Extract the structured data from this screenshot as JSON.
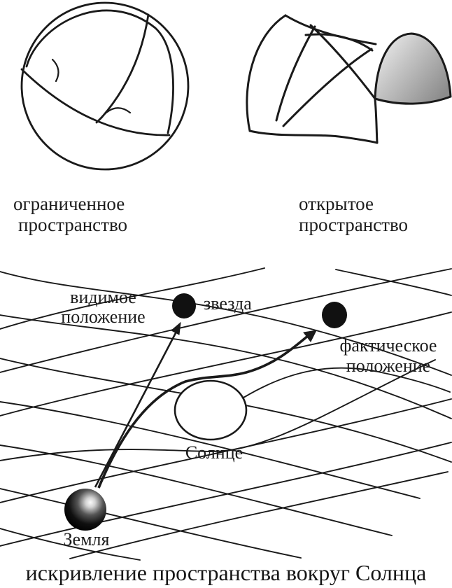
{
  "figure": {
    "bounded_space": {
      "label_line1": "ограниченное",
      "label_line2": "пространство"
    },
    "open_space": {
      "label_line1": "открытое",
      "label_line2": "пространство"
    },
    "curvature": {
      "visible_position_line1": "видимое",
      "visible_position_line2": "положение",
      "star_label": "звезда",
      "actual_position_line1": "фактическое",
      "actual_position_line2": "положение",
      "sun_label": "Солнце",
      "earth_label": "Земля",
      "caption": "искривление пространства вокруг Солнца"
    },
    "colors": {
      "ink": "#1a1a1a",
      "background": "#ffffff",
      "dome_gradient_start": "#f5f5f5",
      "dome_gradient_end": "#8c8c8c"
    }
  }
}
